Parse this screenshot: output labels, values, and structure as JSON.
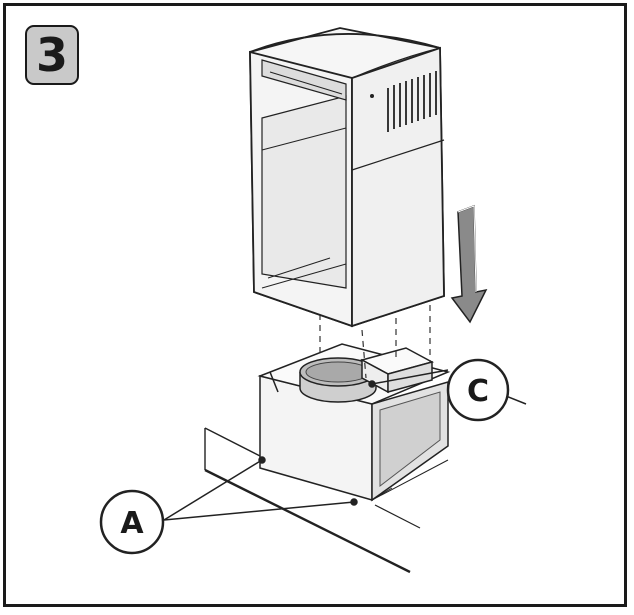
{
  "step": {
    "number": "3"
  },
  "callouts": {
    "a": "A",
    "c": "C"
  },
  "colors": {
    "frame": "#1a1a1a",
    "badge_fill": "#c9c9c9",
    "panel_fill": "#f2f2f2",
    "shade": "#d6d6d6",
    "arrow_fill": "#8a8a8a",
    "line": "#222222"
  }
}
